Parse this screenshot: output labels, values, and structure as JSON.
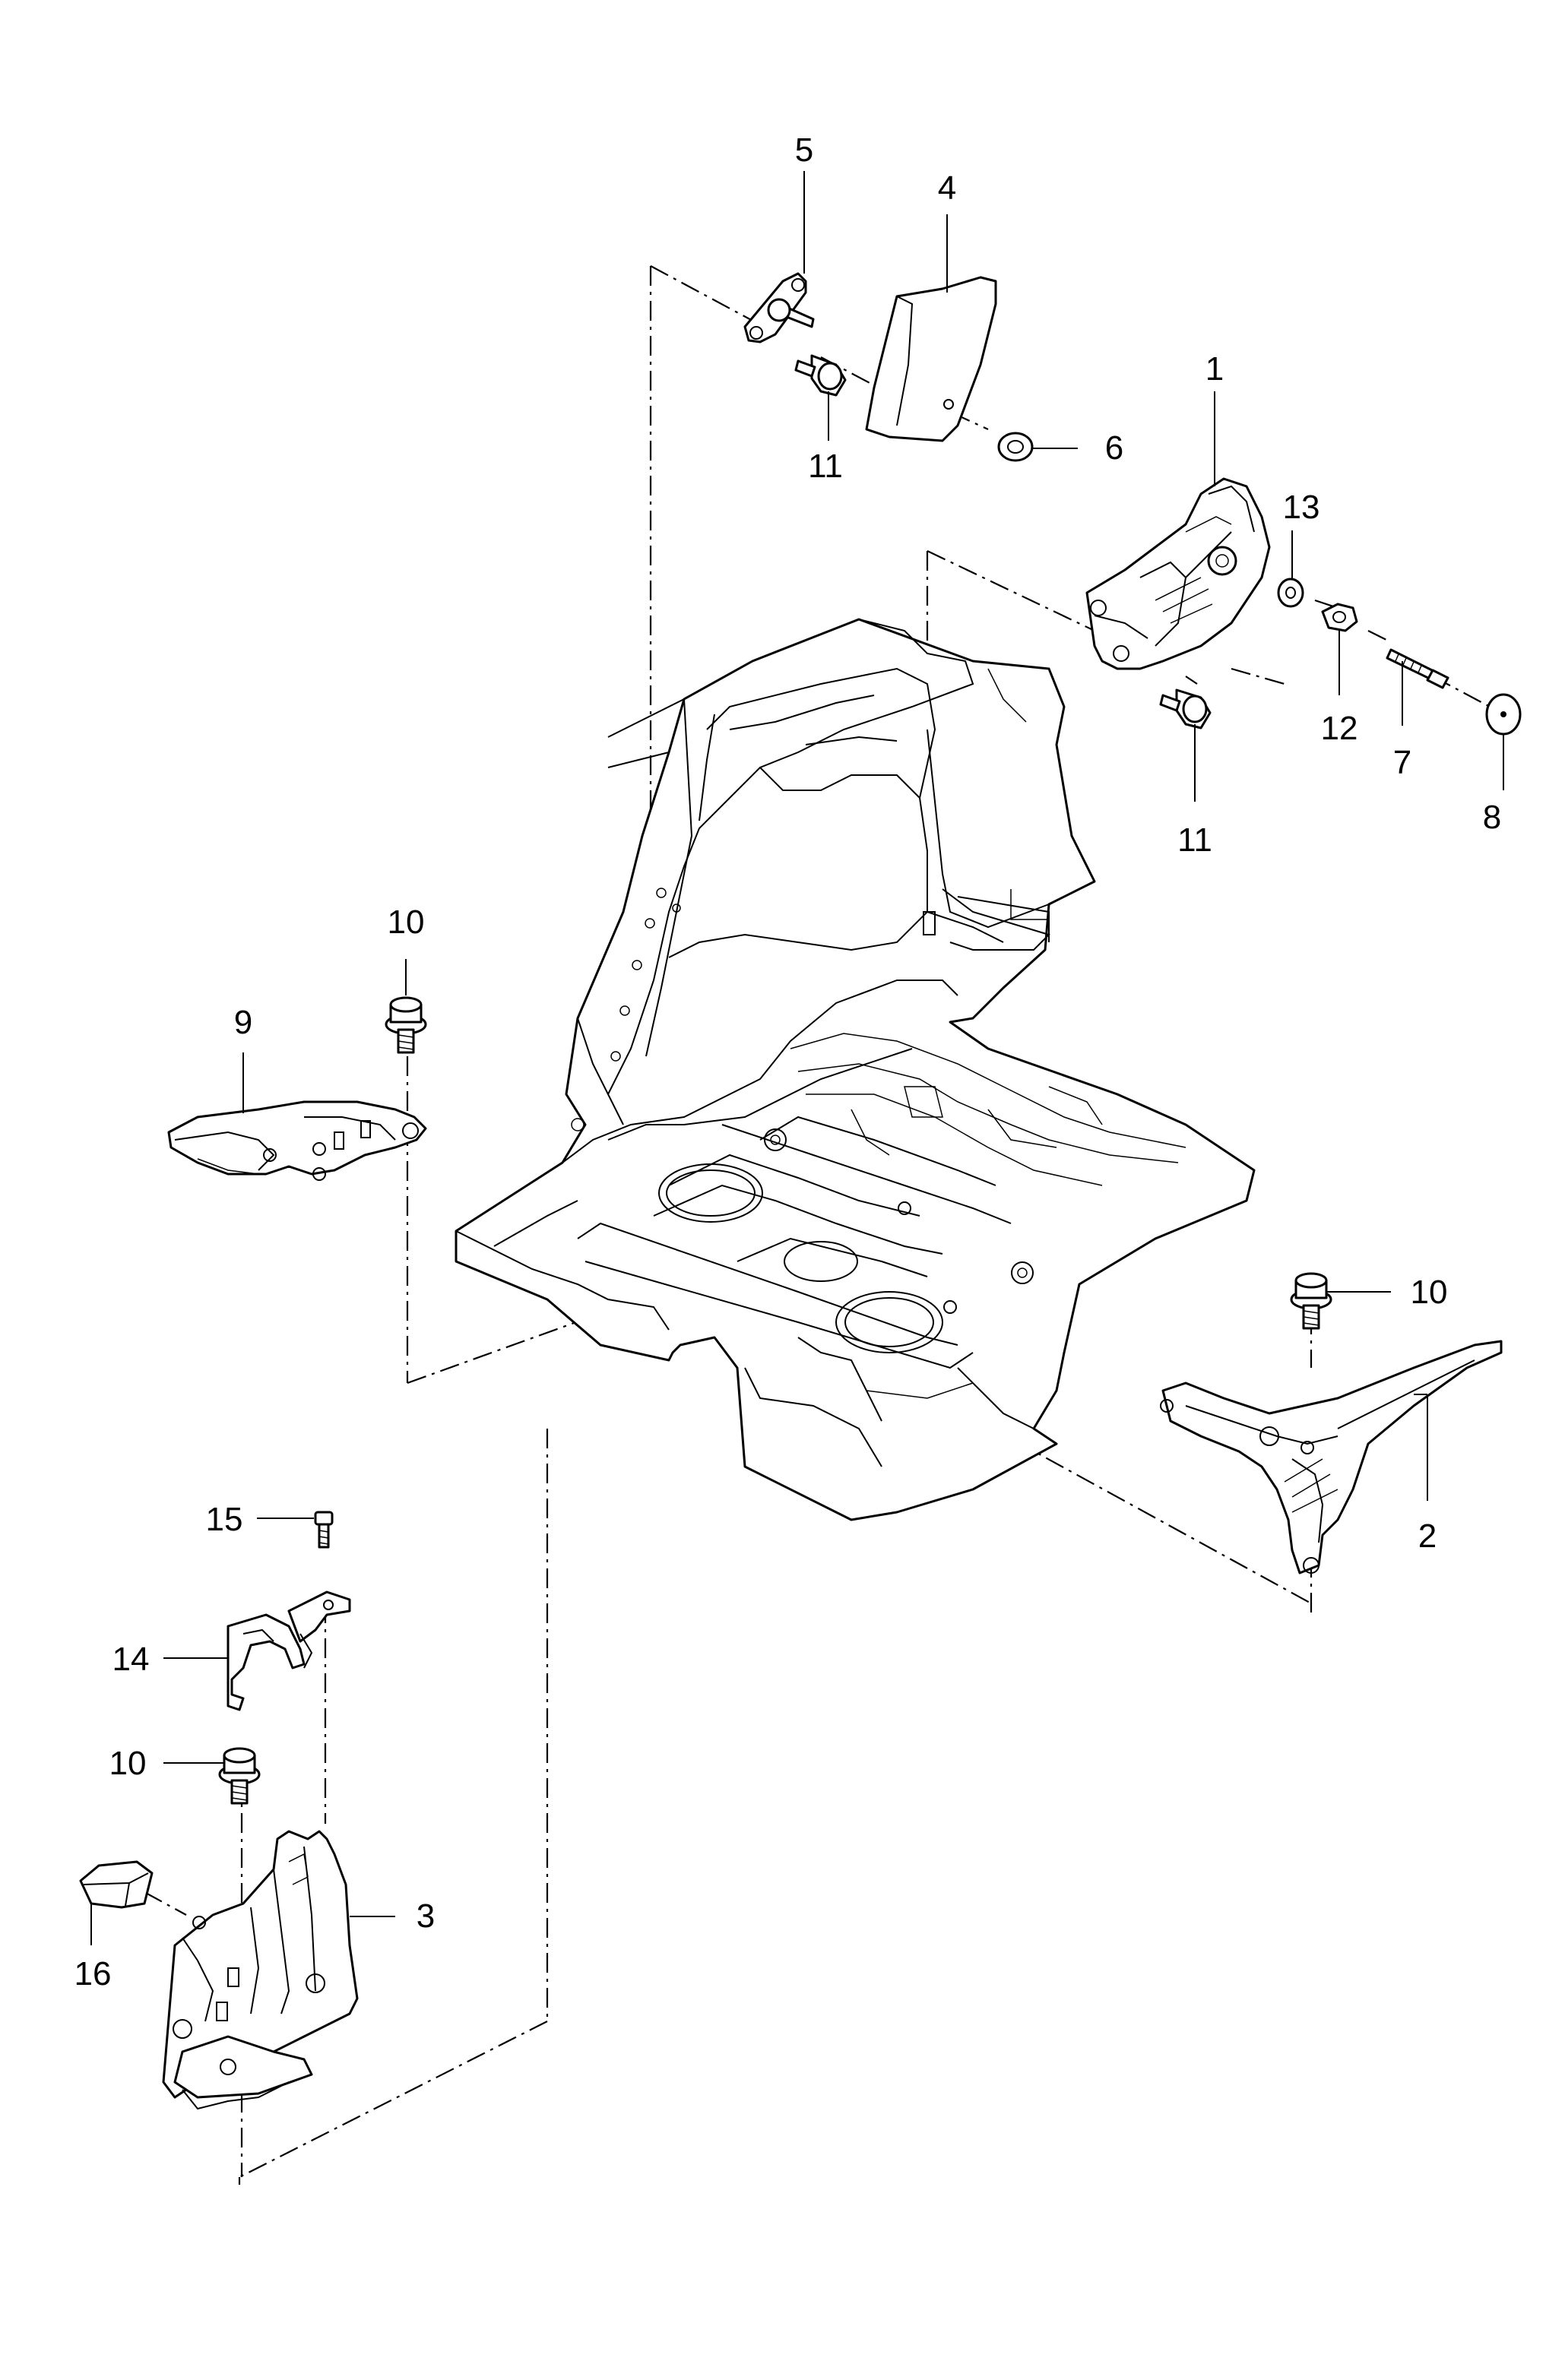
{
  "callouts": {
    "c1": "1",
    "c2": "2",
    "c3": "3",
    "c4": "4",
    "c5": "5",
    "c6": "6",
    "c7": "7",
    "c8": "8",
    "c9": "9",
    "c10a": "10",
    "c10b": "10",
    "c10c": "10",
    "c11a": "11",
    "c11b": "11",
    "c12": "12",
    "c13": "13",
    "c14": "14",
    "c15": "15",
    "c16": "16"
  }
}
